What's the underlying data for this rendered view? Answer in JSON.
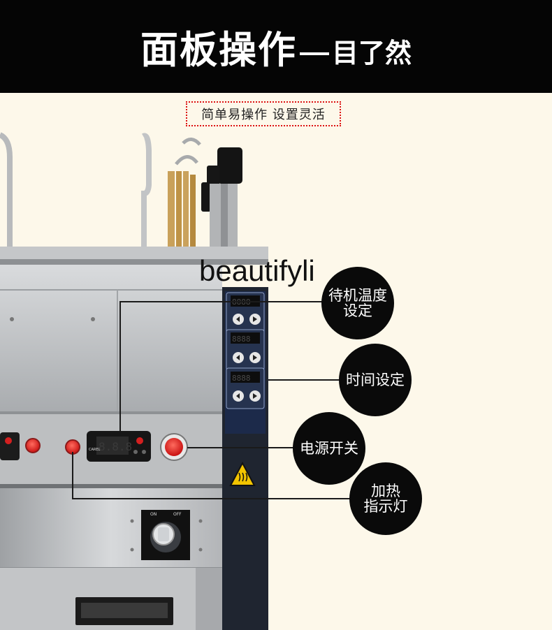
{
  "header": {
    "title_main": "面板操作",
    "title_tail": "目了然"
  },
  "subtitle": "简单易操作 设置灵活",
  "watermark": "beautifyli",
  "callouts": [
    {
      "label": "待机温度\n设定"
    },
    {
      "label": "时间设定"
    },
    {
      "label": "电源开关"
    },
    {
      "label": "加热\n指示灯"
    }
  ],
  "panel": {
    "switch_labels": [
      "ON",
      "OFF"
    ],
    "display_brand": "CAREL"
  },
  "colors": {
    "header_bg": "#050505",
    "page_bg": "#fdf8ea",
    "accent_red": "#e02020",
    "panel_blue": "#1c2a4a",
    "steel": "#c4c6c8"
  }
}
